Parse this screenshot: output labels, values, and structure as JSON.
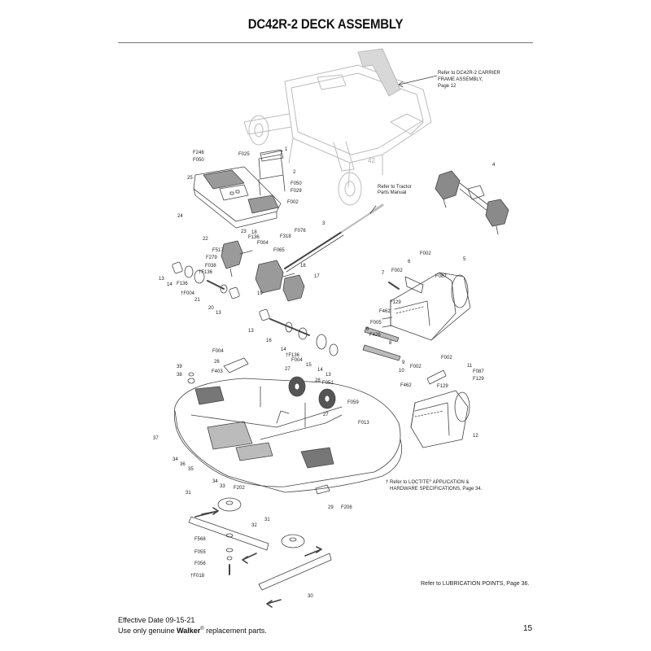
{
  "page": {
    "title": "DC42R-2 DECK ASSEMBLY",
    "page_number": "15",
    "effective_date": "Effective Date 09-15-21",
    "genuine_prefix": "Use only genuine ",
    "brand": "Walker",
    "registered": "®",
    "genuine_suffix": " replacement parts.",
    "lubrication_note": "Refer to LUBRICATION POINTS, Page 36."
  },
  "notes": {
    "carrier_1": "Refer to DC42R-2 CARRIER",
    "carrier_2": "FRAME ASSEMBLY,",
    "carrier_3": "Page 12",
    "tractor_1": "Refer to Tractor",
    "tractor_2": "Parts Manual",
    "loctite_1": "† Refer to LOCTITE",
    "loctite_reg": "®",
    "loctite_2": " APPLICATION &",
    "loctite_3": "HARDWARE SPECIFICATIONS, Page 34.",
    "frame_badge": "42"
  },
  "callouts": [
    "F246",
    "F050",
    "F025",
    "1",
    "2",
    "F050",
    "F029",
    "F002",
    "25",
    "24",
    "3",
    "4",
    "F076",
    "F318",
    "F065",
    "F004",
    "F136",
    "23",
    "18",
    "22",
    "F517",
    "F279",
    "F038",
    "†F136",
    "13",
    "14",
    "F136",
    "†F004",
    "21",
    "20",
    "13",
    "19",
    "17",
    "18",
    "7",
    "F002",
    "6",
    "F002",
    "F087",
    "5",
    "F129",
    "F462",
    "F005",
    "6",
    "F426",
    "8",
    "9",
    "10",
    "F462",
    "F002",
    "F002",
    "11",
    "F087",
    "F129",
    "F129",
    "12",
    "13",
    "16",
    "14",
    "†F136",
    "F004",
    "15",
    "14",
    "13",
    "F004",
    "26",
    "F403",
    "39",
    "38",
    "27",
    "28",
    "F051",
    "F059",
    "27",
    "F013",
    "37",
    "34",
    "36",
    "35",
    "34",
    "33",
    "F202",
    "31",
    "29",
    "F206",
    "32",
    "F568",
    "F055",
    "F056",
    "†F018",
    "31",
    "30"
  ]
}
